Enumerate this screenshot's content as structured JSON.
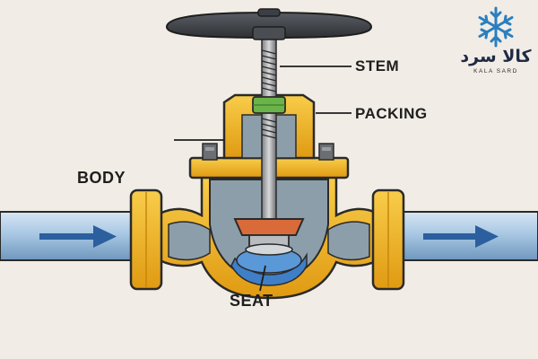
{
  "labels": {
    "stem": "STEM",
    "packing": "PACKING",
    "body": "BODY",
    "seat": "SEAT"
  },
  "logo": {
    "text": "کالا سرد",
    "subtext": "KALA SARD",
    "icon": "snowflake-icon",
    "color": "#2a7fc0"
  },
  "colors": {
    "body": "#f2b51c",
    "body_outline": "#2a2a2a",
    "pipe": "#a9c8e4",
    "flow_arrow": "#2b5f9e",
    "packing": "#6ab34a",
    "disc": "#d96b3a",
    "handwheel": "#3c3f44",
    "interior": "#8d9eab"
  }
}
